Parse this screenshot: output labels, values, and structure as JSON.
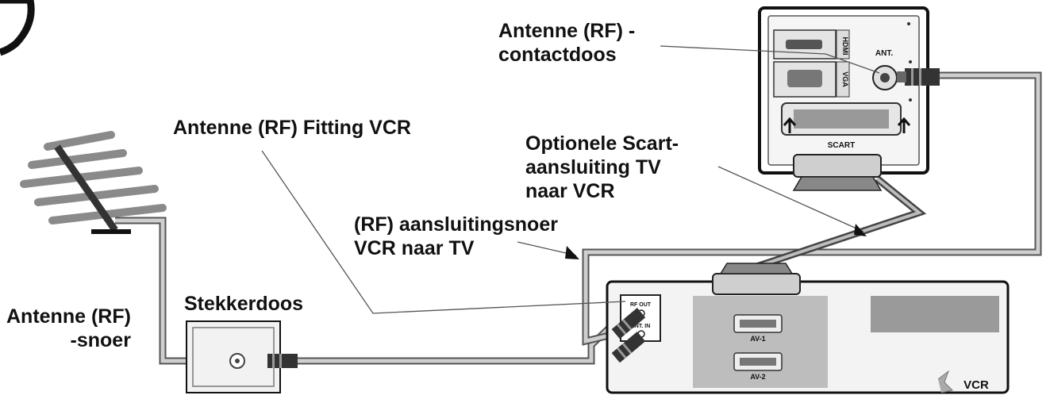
{
  "labels": {
    "tv_rf_socket": [
      "Antenne (RF) -",
      "contactdoos"
    ],
    "vcr_rf_fitting": "Antenne (RF) Fitting VCR",
    "optional_scart": [
      "Optionele Scart-",
      "aansluiting TV",
      "naar VCR"
    ],
    "rf_lead": [
      "(RF) aansluitingsnoer",
      "VCR naar TV"
    ],
    "wall_socket": "Stekkerdoos",
    "antenna_cable": [
      "Antenne (RF)",
      "-snoer"
    ]
  },
  "tv_panel": {
    "hdmi": "HDMI",
    "vga": "VGA",
    "ant": "ANT.",
    "scart": "SCART"
  },
  "vcr_panel": {
    "rf_out": "RF OUT",
    "ant_in": "ANT. IN",
    "av1": "AV-1",
    "av2": "AV-2",
    "name": "VCR"
  }
}
